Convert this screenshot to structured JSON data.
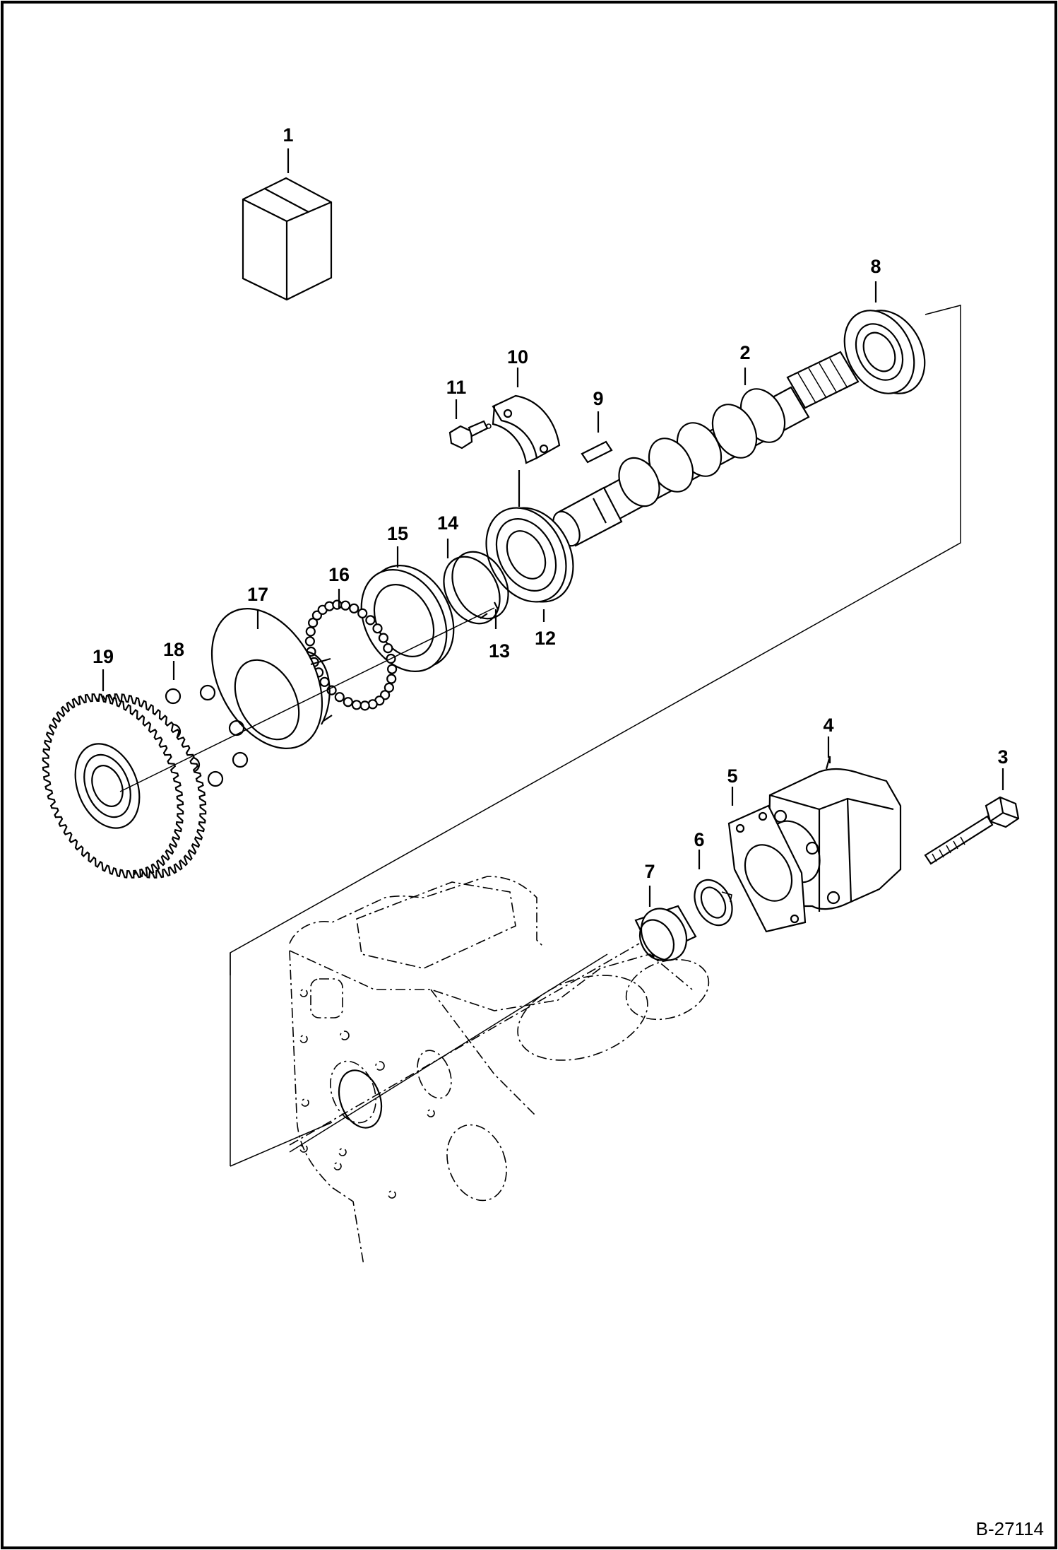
{
  "diagram": {
    "reference_code": "B-27114",
    "callouts": [
      {
        "id": "1",
        "label": "1"
      },
      {
        "id": "2",
        "label": "2"
      },
      {
        "id": "3",
        "label": "3"
      },
      {
        "id": "4",
        "label": "4"
      },
      {
        "id": "5",
        "label": "5"
      },
      {
        "id": "6",
        "label": "6"
      },
      {
        "id": "7",
        "label": "7"
      },
      {
        "id": "8",
        "label": "8"
      },
      {
        "id": "9",
        "label": "9"
      },
      {
        "id": "10",
        "label": "10"
      },
      {
        "id": "11",
        "label": "11"
      },
      {
        "id": "12",
        "label": "12"
      },
      {
        "id": "13",
        "label": "13"
      },
      {
        "id": "14",
        "label": "14"
      },
      {
        "id": "15",
        "label": "15"
      },
      {
        "id": "16",
        "label": "16"
      },
      {
        "id": "17",
        "label": "17"
      },
      {
        "id": "18",
        "label": "18"
      },
      {
        "id": "19",
        "label": "19"
      }
    ]
  }
}
